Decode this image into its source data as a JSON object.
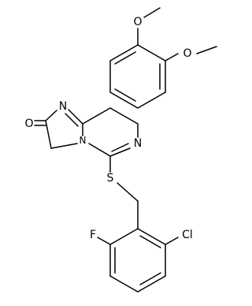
{
  "figure": {
    "type": "chemical-structure",
    "atom_labels": {
      "carbonyl_o": "O",
      "imine_n_top": "N",
      "ring_n_bridge": "N",
      "ring_n_lower": "N",
      "thioether_s": "S",
      "methoxy_o_top": "O",
      "methoxy_o_right": "O",
      "fluoro": "F",
      "chloro": "Cl"
    },
    "colors": {
      "bond": "#000000",
      "label": "#000000",
      "background": "#ffffff"
    }
  }
}
